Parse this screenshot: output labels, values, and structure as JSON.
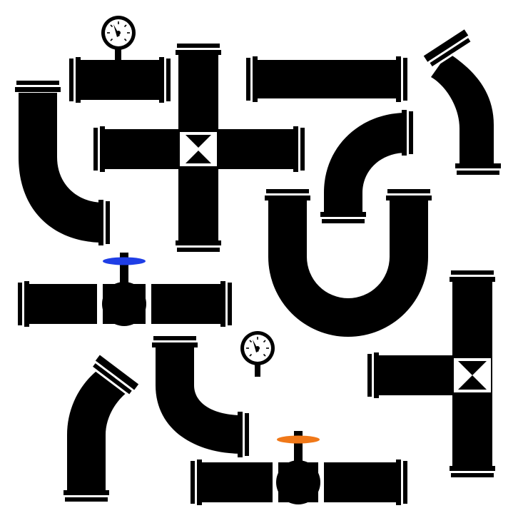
{
  "title": "",
  "colors": {
    "background": "#ffffff",
    "pipe": "#000000",
    "gap": "#ffffff",
    "valve_handle_blue": "#1f3ee6",
    "valve_handle_orange": "#f07818"
  },
  "pieces": [
    {
      "kind": "straight-pipe-with-gauge",
      "orientation": "horizontal"
    },
    {
      "kind": "cross-junction",
      "orientation": "four-way"
    },
    {
      "kind": "straight-pipe",
      "orientation": "horizontal"
    },
    {
      "kind": "elbow-pipe",
      "orientation": "bend"
    },
    {
      "kind": "elbow-pipe",
      "orientation": "right-angle"
    },
    {
      "kind": "u-bend-pipe",
      "orientation": "upward-opening"
    },
    {
      "kind": "elbow-pipe",
      "orientation": "right-angle"
    },
    {
      "kind": "pipe-with-valve",
      "handle_color": "blue"
    },
    {
      "kind": "pressure-gauge",
      "orientation": "standalone"
    },
    {
      "kind": "tee-junction",
      "orientation": "three-way"
    },
    {
      "kind": "elbow-pipe",
      "orientation": "bend"
    },
    {
      "kind": "elbow-pipe",
      "orientation": "right-angle"
    },
    {
      "kind": "pipe-with-valve",
      "handle_color": "orange"
    }
  ]
}
